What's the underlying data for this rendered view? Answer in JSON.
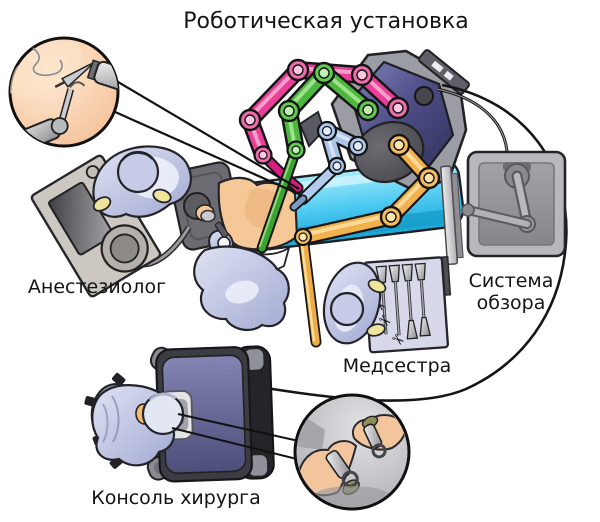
{
  "title": "Роботическая установка",
  "components": {
    "anesthesiologist": {
      "label": "Анестезиолог"
    },
    "vision_system": {
      "label_lines": [
        "Система",
        "обзора"
      ]
    },
    "nurse": {
      "label": "Медсестра"
    },
    "surgeon_console": {
      "label": "Консоль хирурга"
    }
  },
  "icons": {
    "scissors": "✂"
  },
  "colors": {
    "arm_pink": "#ea3f98",
    "arm_green": "#4eb83e",
    "arm_blue": "#a9c3e9",
    "arm_yellow": "#f2b14c",
    "table_cyan": "#2ab5ea",
    "scrubs": "#b7bcdf",
    "skin": "#f6c898",
    "callout_peach": "#f5c09c",
    "robot_body": "#44447a",
    "line_black": "#111111"
  }
}
